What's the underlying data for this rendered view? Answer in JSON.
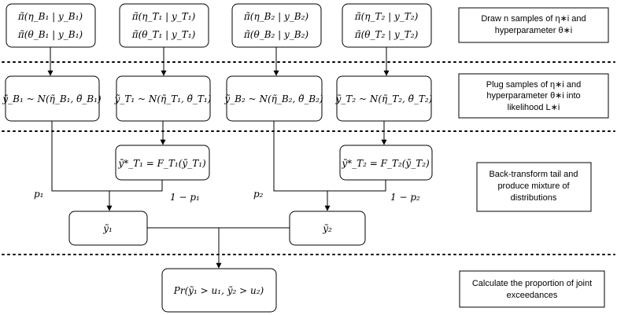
{
  "row1": [
    {
      "line1": "π̃(η_B₁ | y_B₁)",
      "line2": "π̃(θ_B₁ | y_B₁)"
    },
    {
      "line1": "π̃(η_T₁ | y_T₁)",
      "line2": "π̃(θ_T₁ | y_T₁)"
    },
    {
      "line1": "π̃(η_B₂ | y_B₂)",
      "line2": "π̃(θ_B₂ | y_B₂)"
    },
    {
      "line1": "π̃(η_T₂ | y_T₂)",
      "line2": "π̃(θ_T₂ | y_T₂)"
    }
  ],
  "row2": [
    {
      "text": "ỹ_B₁ ~ N(η̃_B₁, θ̃_B₁)"
    },
    {
      "text": "ỹ_T₁ ~ N(η̃_T₁, θ̃_T₁)"
    },
    {
      "text": "ỹ_B₂ ~ N(η̃_B₂, θ̃_B₂)"
    },
    {
      "text": "ỹ_T₂ ~ N(η̃_T₂, θ̃_T₂)"
    }
  ],
  "row3": [
    {
      "text": "ỹ*_T₁ = F_T₁(ỹ_T₁)"
    },
    {
      "text": "ỹ*_T₂ = F_T₂(ỹ_T₂)"
    }
  ],
  "weights": {
    "p1": "p₁",
    "one_minus_p1": "1 − p₁",
    "p2": "p₂",
    "one_minus_p2": "1 − p₂"
  },
  "row4": [
    {
      "text": "ỹ₁"
    },
    {
      "text": "ỹ₂"
    }
  ],
  "row5": {
    "text": "Pr(ỹ₁ > u₁, ỹ₂ > u₂)"
  },
  "notes": {
    "n1": [
      "Draw n samples of η∗i and",
      "hyperparameter θ∗i"
    ],
    "n2": [
      "Plug samples of η∗i and",
      "hyperparameter θ∗i into",
      "likelihood L∗i"
    ],
    "n3": [
      "Back-transform tail and",
      "produce mixture of",
      "distributions"
    ],
    "n4": [
      "Calculate the proportion of joint",
      "exceedances"
    ]
  }
}
